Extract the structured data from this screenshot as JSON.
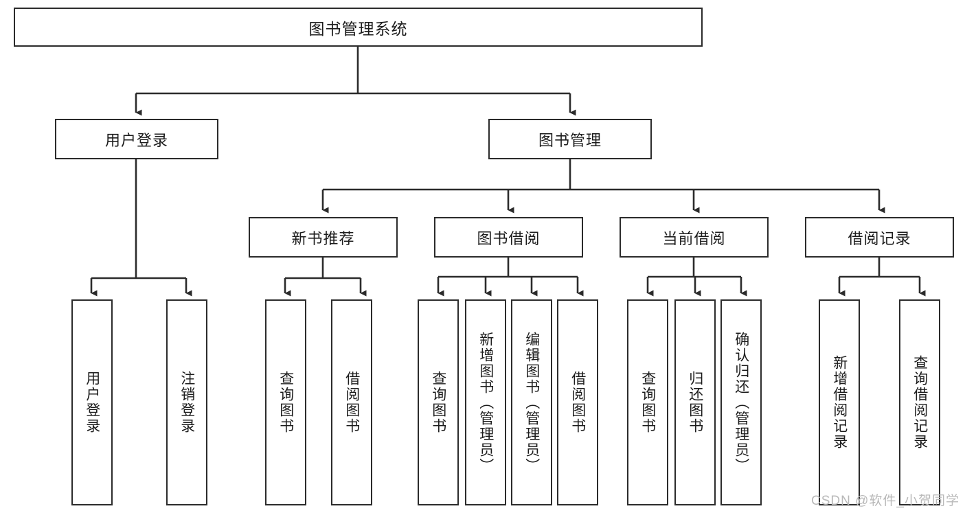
{
  "diagram": {
    "title": "图书管理系统",
    "type": "tree",
    "orientation": "top-down",
    "colors": {
      "box_border": "#2b2b2b",
      "box_fill": "#ffffff",
      "line": "#2b2b2b",
      "text": "#1c1c1c",
      "watermark": "#b9b9b9"
    }
  },
  "root": {
    "label": "图书管理系统"
  },
  "level2": [
    {
      "id": "user-login",
      "label": "用户登录"
    },
    {
      "id": "book-manage",
      "label": "图书管理"
    }
  ],
  "level3": [
    {
      "id": "new-book-rec",
      "label": "新书推荐",
      "parent": "book-manage"
    },
    {
      "id": "book-borrow",
      "label": "图书借阅",
      "parent": "book-manage"
    },
    {
      "id": "current-borrow",
      "label": "当前借阅",
      "parent": "book-manage"
    },
    {
      "id": "borrow-record",
      "label": "借阅记录",
      "parent": "book-manage"
    }
  ],
  "leaves": {
    "user-login": [
      {
        "id": "leaf-user-login",
        "label": "用户登录"
      },
      {
        "id": "leaf-user-logout",
        "label": "注销登录"
      }
    ],
    "new-book-rec": [
      {
        "id": "leaf-query-book-1",
        "label": "查询图书"
      },
      {
        "id": "leaf-borrow-book-1",
        "label": "借阅图书"
      }
    ],
    "book-borrow": [
      {
        "id": "leaf-query-book-2",
        "label": "查询图书"
      },
      {
        "id": "leaf-add-book",
        "label": "新增图书（管理员）"
      },
      {
        "id": "leaf-edit-book",
        "label": "编辑图书（管理员）"
      },
      {
        "id": "leaf-borrow-book-2",
        "label": "借阅图书"
      }
    ],
    "current-borrow": [
      {
        "id": "leaf-query-book-3",
        "label": "查询图书"
      },
      {
        "id": "leaf-return-book",
        "label": "归还图书"
      },
      {
        "id": "leaf-confirm-return",
        "label": "确认归还（管理员）"
      }
    ],
    "borrow-record": [
      {
        "id": "leaf-add-record",
        "label": "新增借阅记录"
      },
      {
        "id": "leaf-query-record",
        "label": "查询借阅记录"
      }
    ]
  },
  "watermark": {
    "text": "CSDN @软件_小贺同学"
  }
}
